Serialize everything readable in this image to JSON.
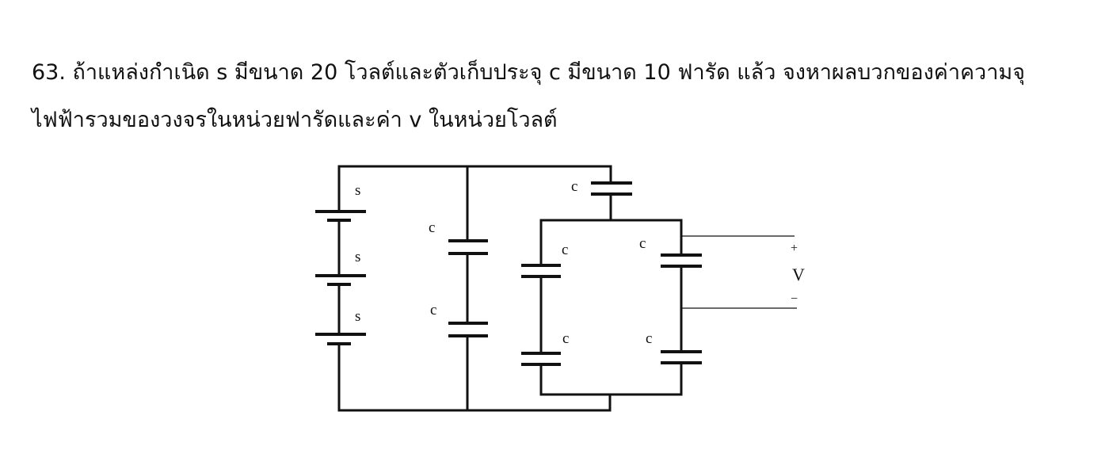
{
  "question": {
    "line1": "63. ถ้าแหล่งกำเนิด s มีขนาด 20 โวลต์และตัวเก็บประจุ c มีขนาด 10 ฟารัด แล้ว จงหาผลบวกของค่าความจุ",
    "line2": "ไฟฟ้ารวมของวงจรในหน่วยฟารัดและค่า v ในหน่วยโวลต์"
  },
  "circuit": {
    "source_label": "s",
    "capacitor_label": "c",
    "voltage_label": "V",
    "plus_sign": "+",
    "minus_sign": "−"
  }
}
